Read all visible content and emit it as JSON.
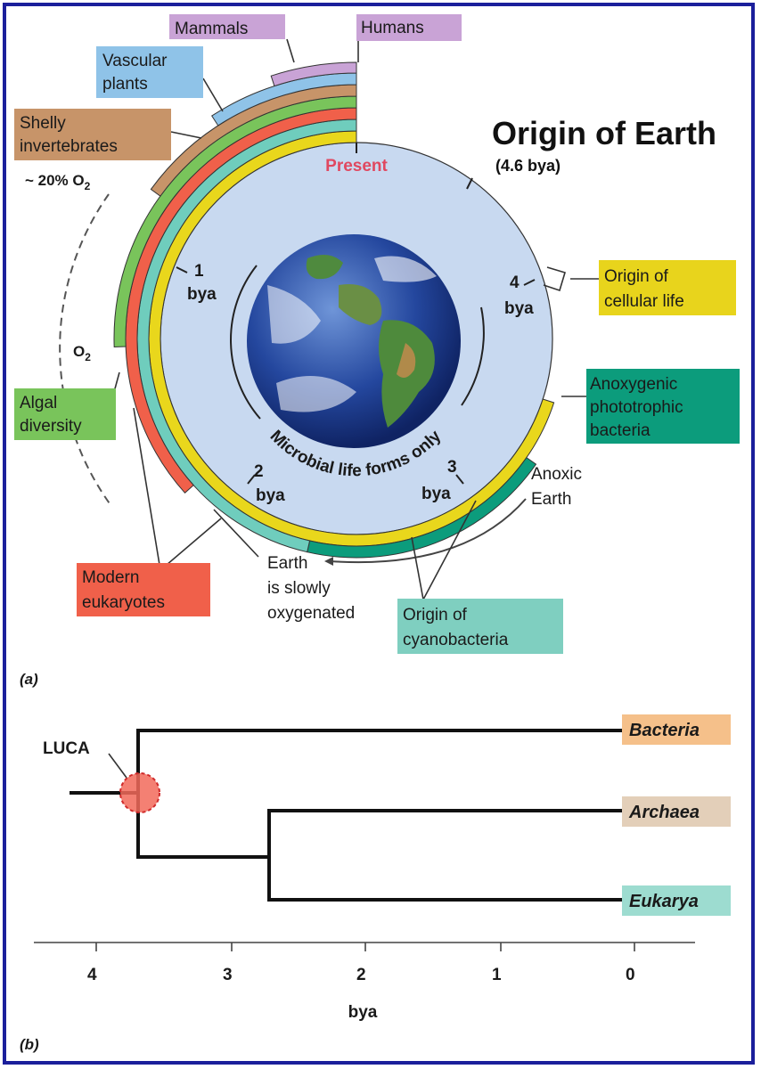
{
  "panel_a": {
    "panel_label": "(a)",
    "title": "Origin of Earth",
    "title_sub": "(4.6 bya)",
    "present": "Present",
    "o2_20": "~ 20% O",
    "o2_20_sub": "2",
    "o2": "O",
    "o2_sub": "2",
    "center_arc_text": "Microbial life forms only",
    "ticks": {
      "t1": {
        "num": "1",
        "unit": "bya"
      },
      "t2": {
        "num": "2",
        "unit": "bya"
      },
      "t3": {
        "num": "3",
        "unit": "bya"
      },
      "t4": {
        "num": "4",
        "unit": "bya"
      }
    },
    "anoxic_earth": [
      "Anoxic",
      "Earth"
    ],
    "oxygenated": [
      "Earth",
      "is slowly",
      "oxygenated"
    ],
    "boxes": {
      "mammals": {
        "lines": [
          "Mammals"
        ],
        "color": "#c9a3d6"
      },
      "humans": {
        "lines": [
          "Humans"
        ],
        "color": "#c9a3d6"
      },
      "vascular": {
        "lines": [
          "Vascular",
          "plants"
        ],
        "color": "#8fc3e8"
      },
      "shelly": {
        "lines": [
          "Shelly",
          "invertebrates"
        ],
        "color": "#c79469"
      },
      "algal": {
        "lines": [
          "Algal",
          "diversity"
        ],
        "color": "#79c45b"
      },
      "modern": {
        "lines": [
          "Modern",
          "eukaryotes"
        ],
        "color": "#f0604a"
      },
      "cellular": {
        "lines": [
          "Origin of",
          "cellular life"
        ],
        "color": "#e8d41c"
      },
      "anoxygenic": {
        "lines": [
          "Anoxygenic",
          "phototrophic",
          "bacteria"
        ],
        "color": "#0c9c7c"
      },
      "cyano": {
        "lines": [
          "Origin of",
          "cyanobacteria"
        ],
        "color": "#7fcfc0"
      }
    },
    "ring_colors": {
      "yellow": "#e9d71c",
      "teal_dark": "#0c9c7c",
      "teal_light": "#6fcdbd",
      "red": "#f0604a",
      "green": "#79c45b",
      "brown": "#c79469",
      "blue": "#8fc3e8",
      "purple": "#c9a3d6"
    }
  },
  "panel_b": {
    "panel_label": "(b)",
    "luca": "LUCA",
    "axis_label": "bya",
    "axis_ticks": [
      "4",
      "3",
      "2",
      "1",
      "0"
    ],
    "taxa": [
      {
        "name": "Bacteria",
        "color": "#f5c08a"
      },
      {
        "name": "Archaea",
        "color": "#e3cfb9"
      },
      {
        "name": "Eukarya",
        "color": "#9ddcd0"
      }
    ]
  }
}
